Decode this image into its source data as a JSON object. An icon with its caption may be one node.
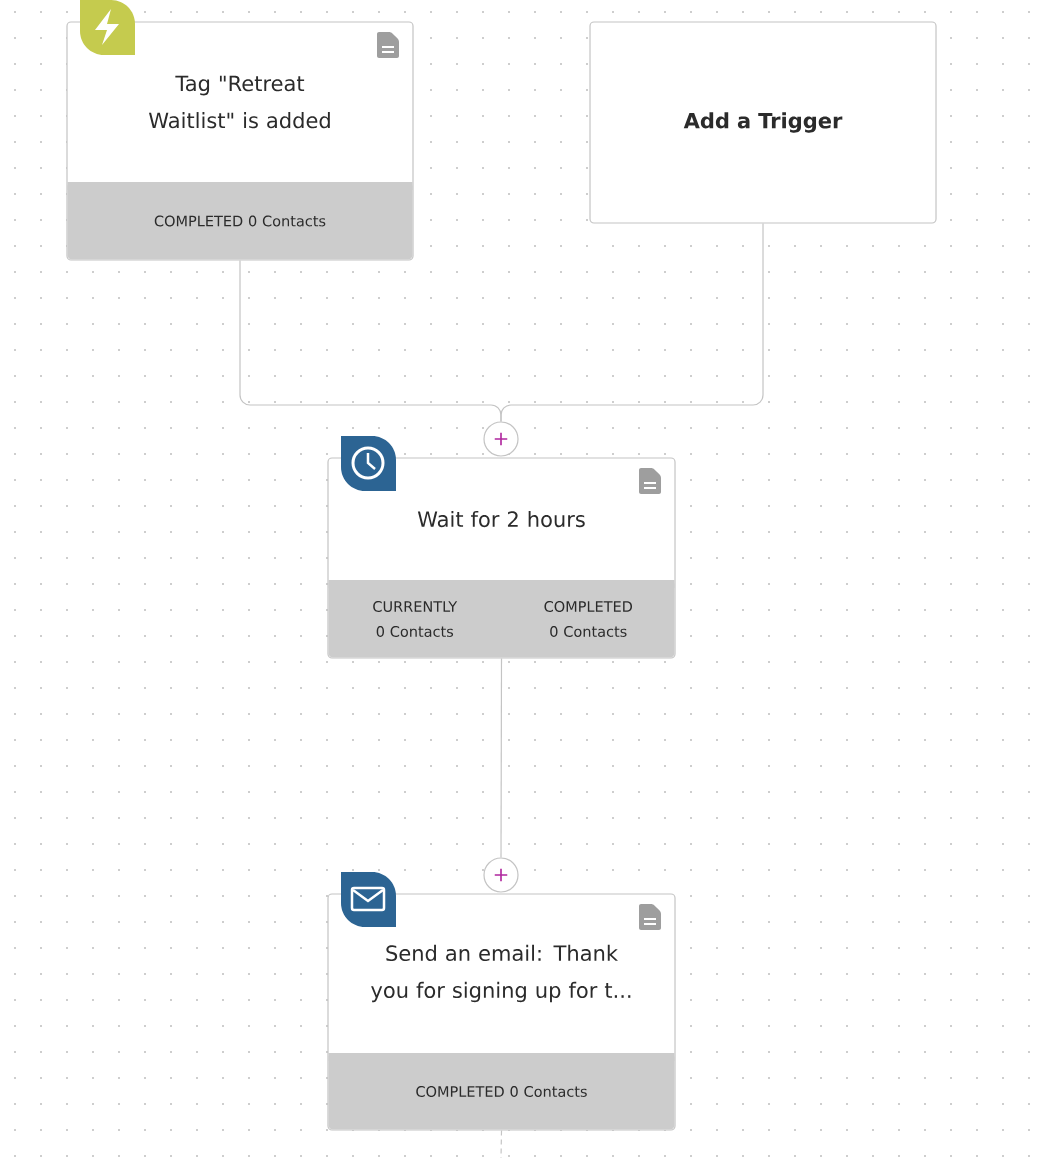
{
  "diagram": {
    "nodes": [
      {
        "text": [
          "Tag \"Retreat Waitlist\" is added",
          "COMPLETED 0 Contacts"
        ]
      },
      {
        "text": [
          "Add a Trigger"
        ]
      },
      {
        "text": [
          "+"
        ]
      },
      {
        "text": [
          "Wait for 2 hours",
          "CURRENTLY 0 Contacts",
          "COMPLETED 0 Contacts"
        ]
      },
      {
        "text": [
          "+"
        ]
      },
      {
        "text": [
          "Send an email: Thank you for signing up for t...",
          "COMPLETED 0 Contacts"
        ]
      }
    ],
    "edges": [
      {
        "from": 0,
        "to": 2,
        "arrow": "none"
      },
      {
        "from": 1,
        "to": 2,
        "arrow": "none"
      },
      {
        "from": 3,
        "to": 4,
        "arrow": "none"
      },
      {
        "from": 5,
        "to": null,
        "arrow": "none",
        "style": "dashed"
      }
    ]
  }
}
